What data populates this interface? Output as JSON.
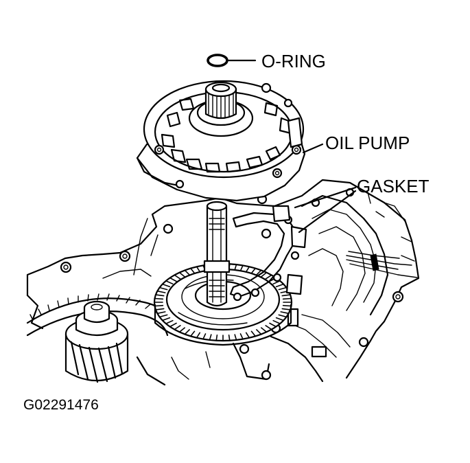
{
  "labels": {
    "o_ring": "O-RING",
    "oil_pump": "OIL PUMP",
    "gasket": "GASKET"
  },
  "figure_code": "G02291476",
  "colors": {
    "ink": "#000000",
    "background": "#ffffff"
  }
}
